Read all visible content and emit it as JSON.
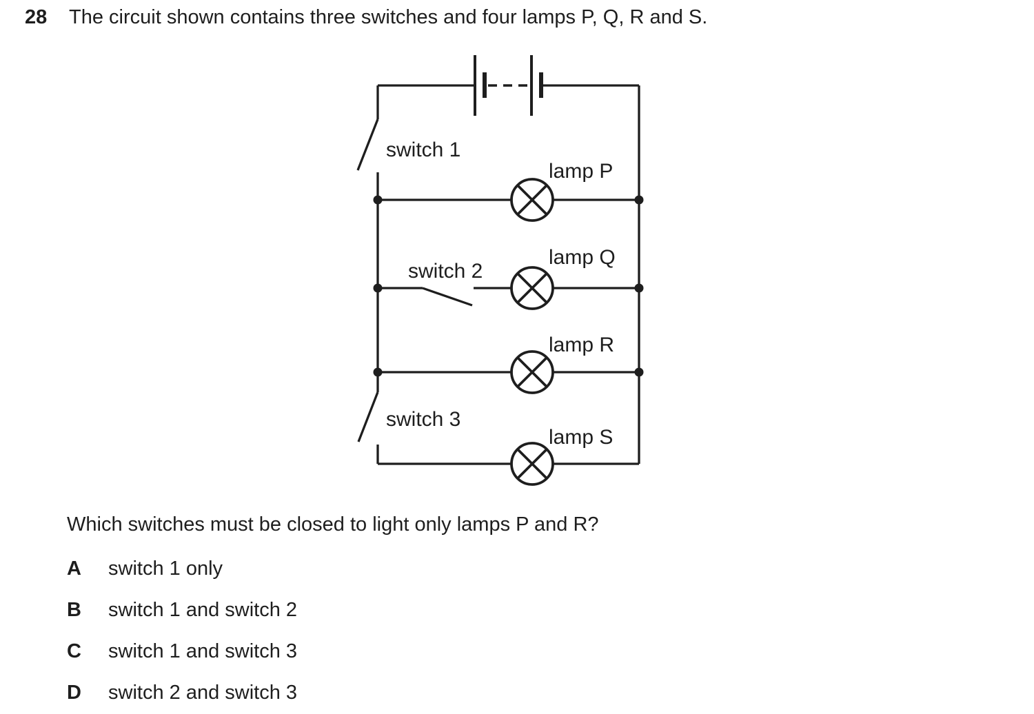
{
  "header": {
    "number": "28",
    "text": "The circuit shown contains three switches and four lamps P, Q, R and S."
  },
  "circuit": {
    "switch1_label": "switch 1",
    "switch2_label": "switch 2",
    "switch3_label": "switch 3",
    "lampP_label": "lamp P",
    "lampQ_label": "lamp Q",
    "lampR_label": "lamp R",
    "lampS_label": "lamp S",
    "components": {
      "battery": "two-cell battery with dashed link",
      "switch_states": "switch 1 open, switch 2 open, switch 3 open",
      "lamps": "P, Q, R, S in parallel branches"
    }
  },
  "question": "Which switches must be closed to light only lamps P and R?",
  "options": [
    {
      "letter": "A",
      "text": "switch 1 only"
    },
    {
      "letter": "B",
      "text": "switch 1 and switch 2"
    },
    {
      "letter": "C",
      "text": "switch 1 and switch 3"
    },
    {
      "letter": "D",
      "text": "switch 2 and switch 3"
    }
  ],
  "colors": {
    "ink": "#1e1e1e",
    "background": "#ffffff"
  }
}
